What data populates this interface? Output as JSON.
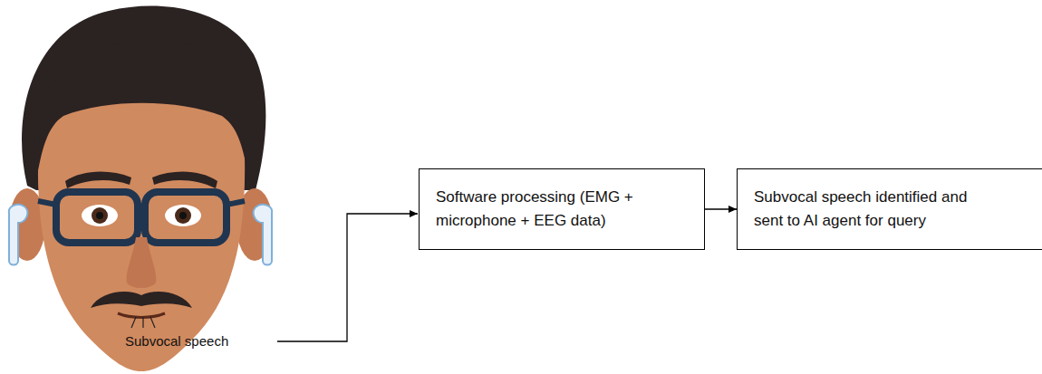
{
  "diagram": {
    "nodes": [
      {
        "text": [
          "Software processing (EMG + microphone + EEG data)"
        ]
      },
      {
        "text": [
          "Subvocal speech identified and sent to AI agent for query"
        ]
      }
    ],
    "edges": [
      {
        "from": 0,
        "to": 1,
        "arrow": "to"
      }
    ],
    "labels": [
      "Subvocal speech"
    ]
  }
}
